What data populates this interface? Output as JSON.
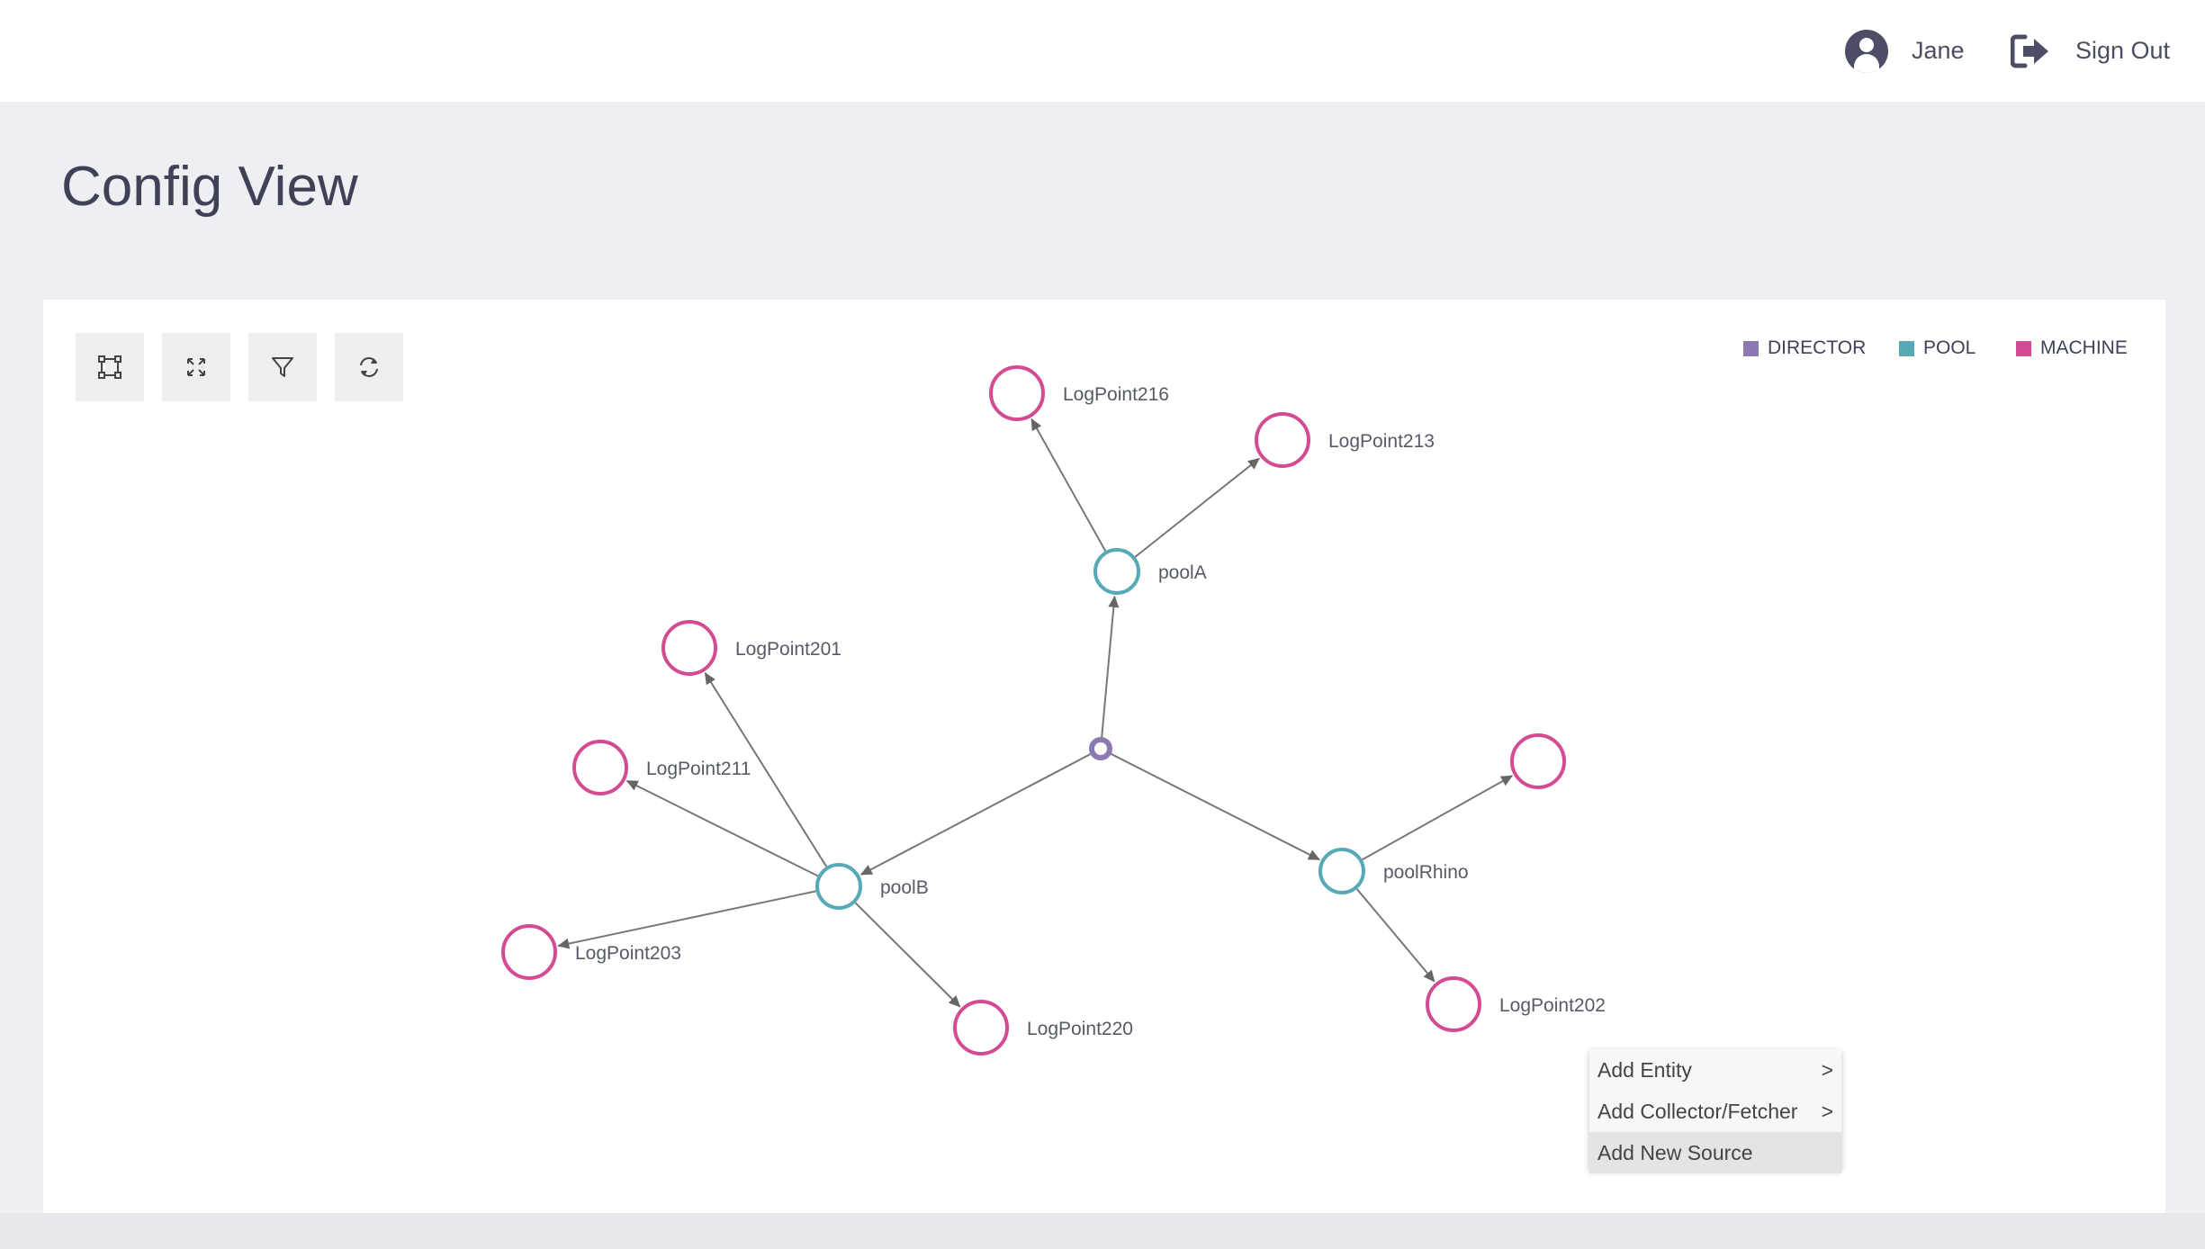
{
  "header": {
    "user_name": "Jane",
    "user_icon": "user-circle-icon",
    "signout_label": "Sign Out",
    "signout_icon": "sign-out-icon"
  },
  "page": {
    "title": "Config View"
  },
  "toolbar": {
    "buttons": [
      {
        "name": "fit-view-button",
        "icon": "bounding-box-icon"
      },
      {
        "name": "expand-button",
        "icon": "expand-arrows-icon"
      },
      {
        "name": "filter-button",
        "icon": "filter-icon"
      },
      {
        "name": "refresh-button",
        "icon": "refresh-icon"
      }
    ]
  },
  "legend": [
    {
      "label": "DIRECTOR",
      "color": "#8b79b4"
    },
    {
      "label": "POOL",
      "color": "#58a9b6"
    },
    {
      "label": "MACHINE",
      "color": "#d24b93"
    }
  ],
  "graph": {
    "nodes": [
      {
        "id": "director",
        "type": "director",
        "label": ""
      },
      {
        "id": "poolA",
        "type": "pool",
        "label": "poolA"
      },
      {
        "id": "poolB",
        "type": "pool",
        "label": "poolB"
      },
      {
        "id": "poolRhino",
        "type": "pool",
        "label": "poolRhino"
      },
      {
        "id": "LogPoint216",
        "type": "machine",
        "label": "LogPoint216"
      },
      {
        "id": "LogPoint213",
        "type": "machine",
        "label": "LogPoint213"
      },
      {
        "id": "LogPoint201",
        "type": "machine",
        "label": "LogPoint201"
      },
      {
        "id": "LogPoint211",
        "type": "machine",
        "label": "LogPoint211"
      },
      {
        "id": "LogPoint203",
        "type": "machine",
        "label": "LogPoint203"
      },
      {
        "id": "LogPoint220",
        "type": "machine",
        "label": "LogPoint220"
      },
      {
        "id": "LogPoint202",
        "type": "machine",
        "label": "LogPoint202"
      },
      {
        "id": "rhinoMachine",
        "type": "machine",
        "label": ""
      }
    ],
    "edges": [
      {
        "from": "director",
        "to": "poolA"
      },
      {
        "from": "director",
        "to": "poolB"
      },
      {
        "from": "director",
        "to": "poolRhino"
      },
      {
        "from": "poolA",
        "to": "LogPoint216"
      },
      {
        "from": "poolA",
        "to": "LogPoint213"
      },
      {
        "from": "poolB",
        "to": "LogPoint201"
      },
      {
        "from": "poolB",
        "to": "LogPoint211"
      },
      {
        "from": "poolB",
        "to": "LogPoint203"
      },
      {
        "from": "poolB",
        "to": "LogPoint220"
      },
      {
        "from": "poolRhino",
        "to": "rhinoMachine"
      },
      {
        "from": "poolRhino",
        "to": "LogPoint202"
      }
    ]
  },
  "context_menu": {
    "items": [
      {
        "label": "Add Entity",
        "arrow": ">"
      },
      {
        "label": "Add Collector/Fetcher",
        "arrow": ">"
      },
      {
        "label": "Add New Source",
        "arrow": ""
      }
    ]
  }
}
